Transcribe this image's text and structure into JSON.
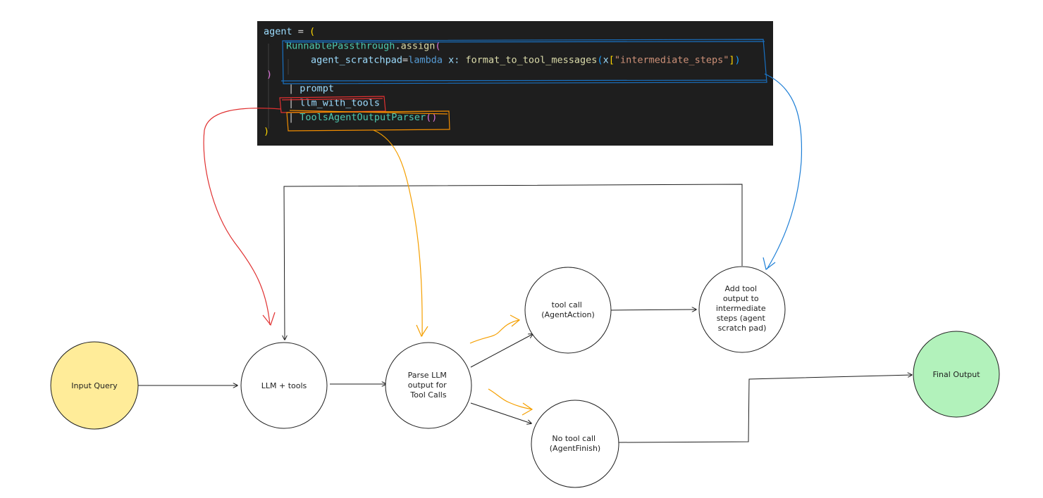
{
  "code_panel": {
    "lines": [
      [
        {
          "text": "agent",
          "color": "#9cdcfe"
        },
        {
          "text": " = ",
          "color": "#d4d4d4"
        },
        {
          "text": "(",
          "color": "#ffd700"
        }
      ],
      [
        {
          "text": "RunnablePassthrough",
          "color": "#4ec9b0"
        },
        {
          "text": ".",
          "color": "#d4d4d4"
        },
        {
          "text": "assign",
          "color": "#dcdcaa"
        },
        {
          "text": "(",
          "color": "#da70d6"
        }
      ],
      [
        {
          "text": "agent_scratchpad",
          "color": "#9cdcfe"
        },
        {
          "text": "=",
          "color": "#d4d4d4"
        },
        {
          "text": "lambda",
          "color": "#569cd6"
        },
        {
          "text": " x: ",
          "color": "#9cdcfe"
        },
        {
          "text": "format_to_tool_messages",
          "color": "#dcdcaa"
        },
        {
          "text": "(",
          "color": "#179fff"
        },
        {
          "text": "x",
          "color": "#9cdcfe"
        },
        {
          "text": "[",
          "color": "#ffd700"
        },
        {
          "text": "\"intermediate_steps\"",
          "color": "#ce9178"
        },
        {
          "text": "]",
          "color": "#ffd700"
        },
        {
          "text": ")",
          "color": "#179fff"
        }
      ],
      [
        {
          "text": ")",
          "color": "#da70d6"
        }
      ],
      [
        {
          "text": "| ",
          "color": "#d4d4d4"
        },
        {
          "text": "prompt",
          "color": "#9cdcfe"
        }
      ],
      [
        {
          "text": "| ",
          "color": "#d4d4d4"
        },
        {
          "text": "llm_with_tools",
          "color": "#9cdcfe"
        }
      ],
      [
        {
          "text": "| ",
          "color": "#d4d4d4"
        },
        {
          "text": "ToolsAgentOutputParser",
          "color": "#4ec9b0"
        },
        {
          "text": "()",
          "color": "#da70d6"
        }
      ],
      [
        {
          "text": ")",
          "color": "#ffd700"
        }
      ]
    ]
  },
  "nodes": {
    "input_query": {
      "lines": [
        "Input Query"
      ],
      "fill": "#ffec99"
    },
    "llm_tools": {
      "lines": [
        "LLM + tools"
      ],
      "fill": "#ffffff"
    },
    "parse": {
      "lines": [
        "Parse LLM",
        "output for",
        "Tool Calls"
      ],
      "fill": "#ffffff"
    },
    "tool_call": {
      "lines": [
        "tool call",
        "(AgentAction)"
      ],
      "fill": "#ffffff"
    },
    "add_tool": {
      "lines": [
        "Add tool",
        "output to",
        "intermediate",
        "steps (agent",
        "scratch pad)"
      ],
      "fill": "#ffffff"
    },
    "no_tool_call": {
      "lines": [
        "No tool call",
        "(AgentFinish)"
      ],
      "fill": "#ffffff"
    },
    "final_output": {
      "lines": [
        "Final Output"
      ],
      "fill": "#b2f2bb"
    }
  },
  "colors": {
    "code_bg": "#1e1e1e",
    "highlight_blue": "#1971c2",
    "highlight_red": "#e03131",
    "highlight_orange": "#f08c00",
    "arrow_red": "#e03131",
    "arrow_orange": "#f59f00",
    "arrow_blue": "#1c7ed6",
    "edge": "#1e1e1e"
  }
}
